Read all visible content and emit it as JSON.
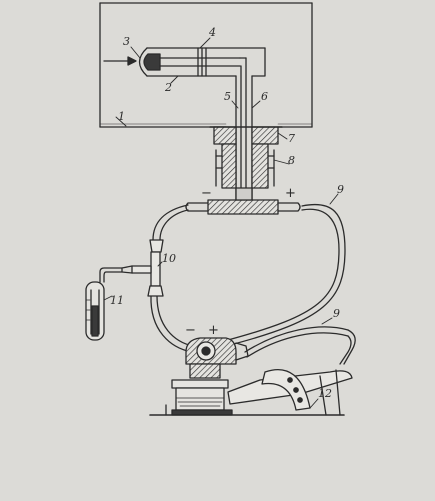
{
  "figure": {
    "labels": {
      "l1": "1",
      "l2": "2",
      "l3": "3",
      "l4": "4",
      "l5": "5",
      "l6": "6",
      "l7": "7",
      "l8": "8",
      "l9a": "9",
      "l9b": "9",
      "l10": "10",
      "l11": "11",
      "l12": "12"
    },
    "signs": {
      "upper_minus": "−",
      "upper_plus": "+",
      "lower_minus": "−",
      "lower_plus": "+"
    }
  }
}
